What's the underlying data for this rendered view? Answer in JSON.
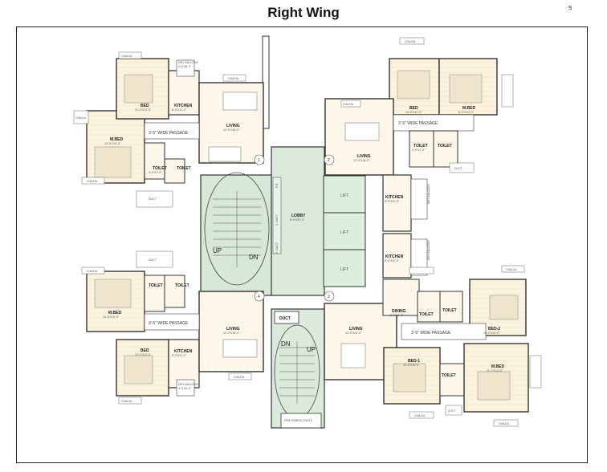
{
  "title": "Right Wing",
  "corner_mark": "s",
  "flats": {
    "one": {
      "number": "1",
      "bed": "BED",
      "bed_size": "10'-0\"X12'-0\"",
      "mbed": "M.BED",
      "mbed_size": "14'-0\"X10'-0\"",
      "kitchen": "KITCHEN",
      "kitchen_size": "8'-0\"X11'-0\"",
      "living": "LIVING",
      "living_size": "12'-0\"X18'-0\"",
      "toilet1": "TOILET",
      "toilet2": "TOILET",
      "toilet_size": "4'-0\"X7'-0\"",
      "dry_balcony": "DRY BALCONY",
      "dry_balcony_size": "3'-6\"X5'-0\"",
      "passage": "3'-5\" WIDE PASSAGE",
      "duct": "DUCT"
    },
    "two": {
      "number": "2",
      "bed": "BED",
      "bed_size": "10'-0\"X12'-0\"",
      "mbed": "M.BED",
      "mbed_size": "11'-0\"X14'-0\"",
      "kitchen": "KITCHEN",
      "kitchen_size": "8'-0\"X11'-0\"",
      "living": "LIVING",
      "living_size": "12'-0\"X18'-0\"",
      "toilet1": "TOILET",
      "toilet2": "TOILET",
      "toilet_size": "4'-0\"X7'-0\"",
      "dry_balcony": "DRY BALCONY",
      "passage": "3'-5\" WIDE PASSAGE",
      "duct": "DUCT"
    },
    "three": {
      "number": "3",
      "bed1": "BED-1",
      "bed1_size": "12'-0\"X10'-0\"",
      "bed2": "BED-2",
      "bed2_size": "10'-0\"X12'-0\"",
      "mbed": "M.BED",
      "mbed_size": "11'-0\"X14'-0\"",
      "kitchen": "KITCHEN",
      "kitchen_size": "8'-0\"X11'-0\"",
      "dining": "DINING",
      "dining_size": "8'-0\"X8'-0\"",
      "living": "LIVING",
      "living_size": "12'-0\"X20'-0\"",
      "toilet1": "TOILET",
      "toilet2": "TOILET",
      "toilet3": "TOILET",
      "dry_balcony": "DRY BALCONY",
      "passage": "3'-5\" WIDE PASSAGE",
      "duct": "DUCT"
    },
    "four": {
      "number": "4",
      "bed": "BED",
      "bed_size": "10'-0\"X12'-0\"",
      "mbed": "M.BED",
      "mbed_size": "14'-0\"X10'-0\"",
      "kitchen": "KITCHEN",
      "kitchen_size": "8'-0\"X11'-0\"",
      "living": "LIVING",
      "living_size": "12'-0\"X18'-0\"",
      "toilet1": "TOILET",
      "toilet2": "TOILET",
      "dry_balcony": "DRY BALCONY",
      "dry_balcony_size": "3'-6\"X5'-0\"",
      "passage": "3'-5\" WIDE PASSAGE",
      "duct": "DUCT"
    }
  },
  "core": {
    "lobby": "LOBBY",
    "lobby_size": "8'-0\"X30'-0\"",
    "lift": "LIFT",
    "duct": "DUCT",
    "s_duct": "S. DUCT",
    "fd": "F.D",
    "up": "UP",
    "dn": "DN",
    "fire_chute": "FIRE DEBRIS CHUTE"
  },
  "chajja": "CHAJJA"
}
